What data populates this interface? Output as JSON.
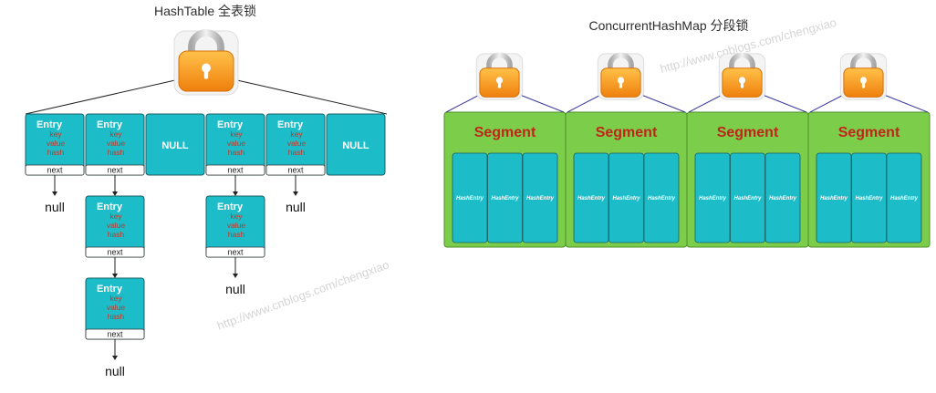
{
  "hashtable": {
    "title": "HashTable 全表锁",
    "buckets": [
      {
        "type": "entry",
        "chain": 0
      },
      {
        "type": "entry",
        "chain": 2
      },
      {
        "type": "null"
      },
      {
        "type": "entry",
        "chain": 1
      },
      {
        "type": "entry",
        "chain": 0
      },
      {
        "type": "null"
      }
    ],
    "entry": {
      "title": "Entry",
      "fields": [
        "key",
        "value",
        "hash"
      ],
      "next_label": "next"
    },
    "null_cell_label": "NULL",
    "null_label": "null"
  },
  "concurrent": {
    "title": "ConcurrentHashMap 分段锁",
    "segment_label": "Segment",
    "segment_count": 4,
    "hash_entry_label": "HashEntry",
    "hash_entries_per_segment": 3
  },
  "watermark": "http://www.cnblogs.com/chengxiao",
  "colors": {
    "entry_fill": "#1cbdc8",
    "entry_stroke": "#1a5f66",
    "segment_fill": "#7ccd4a",
    "segment_stroke": "#4e8f2a",
    "lock_body": "#f39a17",
    "lock_shackle": "#cfcfcf",
    "field_text": "#c0392b",
    "segment_text": "#c0251a"
  }
}
